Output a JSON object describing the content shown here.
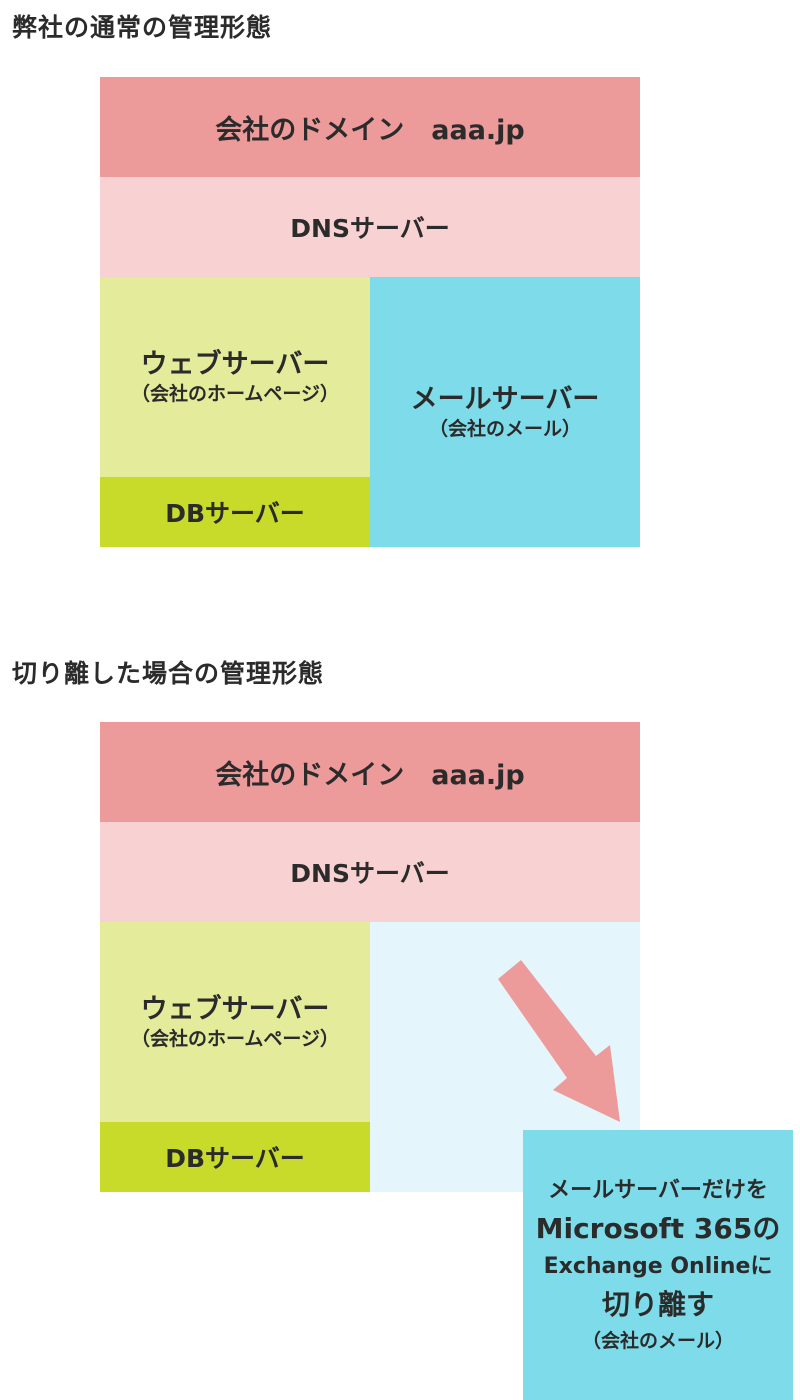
{
  "sections": [
    {
      "title": "弊社の通常の管理形態",
      "domain": "会社のドメイン　aaa.jp",
      "dns": "DNSサーバー",
      "web": {
        "title": "ウェブサーバー",
        "sub": "（会社のホームページ）"
      },
      "db": "DBサーバー",
      "mail": {
        "title": "メールサーバー",
        "sub": "（会社のメール）"
      }
    },
    {
      "title": "切り離した場合の管理形態",
      "domain": "会社のドメイン　aaa.jp",
      "dns": "DNSサーバー",
      "web": {
        "title": "ウェブサーバー",
        "sub": "（会社のホームページ）"
      },
      "db": "DBサーバー"
    }
  ],
  "callout": {
    "line1": "メールサーバーだけを",
    "line2": "Microsoft 365の",
    "line3": "Exchange Onlineに",
    "line4": "切り離す",
    "line5": "（会社のメール）"
  },
  "colors": {
    "domain": "#ed9a9b",
    "dns": "#f8d2d2",
    "web": "#e4eb9b",
    "db": "#c8db2b",
    "mail": "#7edcea",
    "mail_empty": "#e4f6fb",
    "arrow": "#ed9a9b"
  }
}
